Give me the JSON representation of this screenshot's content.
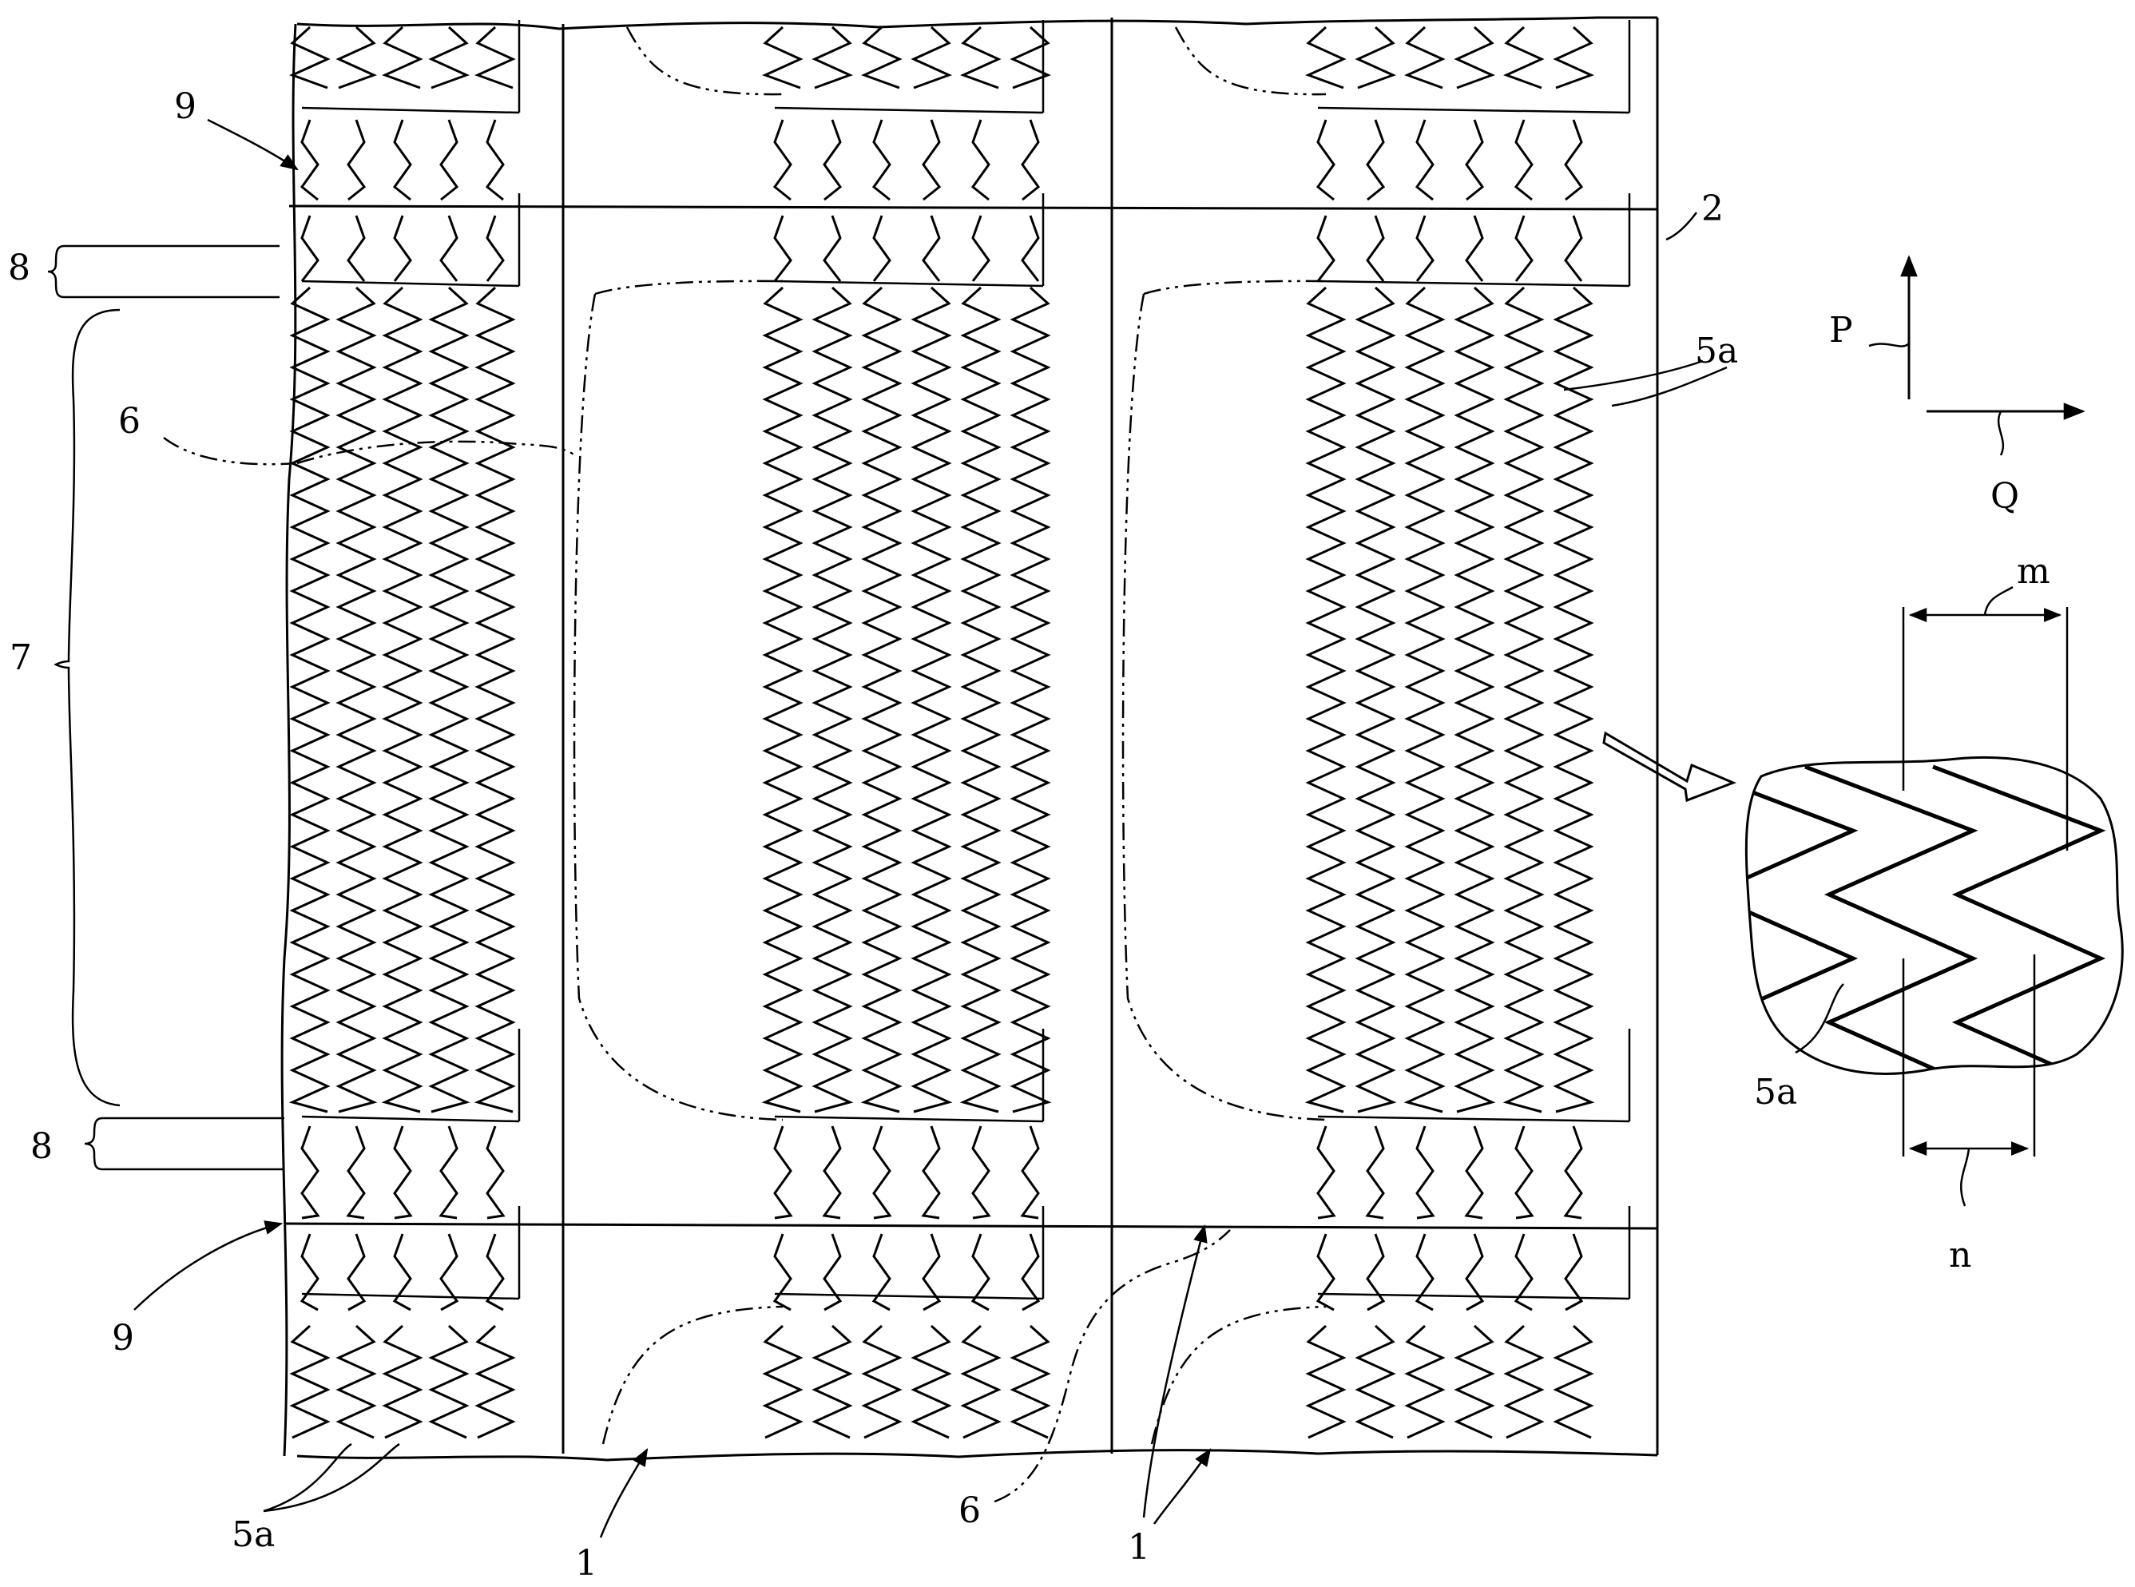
{
  "figure": {
    "labels": {
      "web": "2",
      "product": "1",
      "strand": "5a",
      "cut_line": "6",
      "body_zone": "7",
      "waist_zone": "8",
      "edge": "9",
      "machine_direction": "P",
      "cross_direction": "Q",
      "pitch_top": "m",
      "pitch_bottom": "n"
    }
  }
}
